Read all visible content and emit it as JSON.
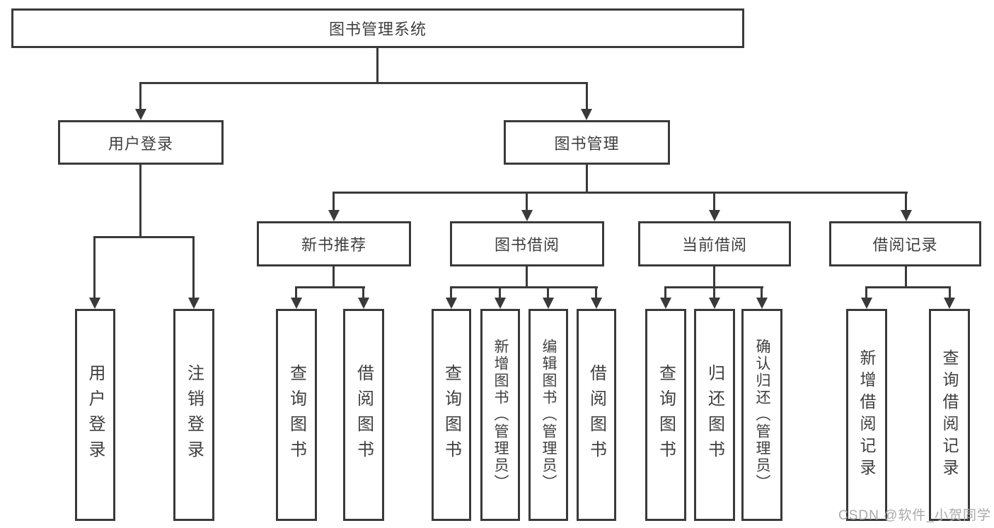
{
  "diagram": {
    "root_label": "图书管理系统",
    "branches": {
      "user_login": {
        "label": "用户登录",
        "leaves": [
          "用户登录",
          "注销登录"
        ]
      },
      "book_management": {
        "label": "图书管理",
        "sections": {
          "new_book": {
            "label": "新书推荐",
            "leaves": [
              "查询图书",
              "借阅图书"
            ]
          },
          "borrow": {
            "label": "图书借阅",
            "leaves": [
              "查询图书",
              "新增图书（管理员）",
              "编辑图书（管理员）",
              "借阅图书"
            ]
          },
          "current": {
            "label": "当前借阅",
            "leaves": [
              "查询图书",
              "归还图书",
              "确认归还（管理员）"
            ]
          },
          "records": {
            "label": "借阅记录",
            "leaves": [
              "新增借阅记录",
              "查询借阅记录"
            ]
          }
        }
      }
    }
  },
  "watermark": "CSDN @软件_小贺同学",
  "colors": {
    "line": "#3a3a3a",
    "text": "#3f3f3f",
    "background": "#ffffff",
    "watermark": "#a9a9a9"
  }
}
